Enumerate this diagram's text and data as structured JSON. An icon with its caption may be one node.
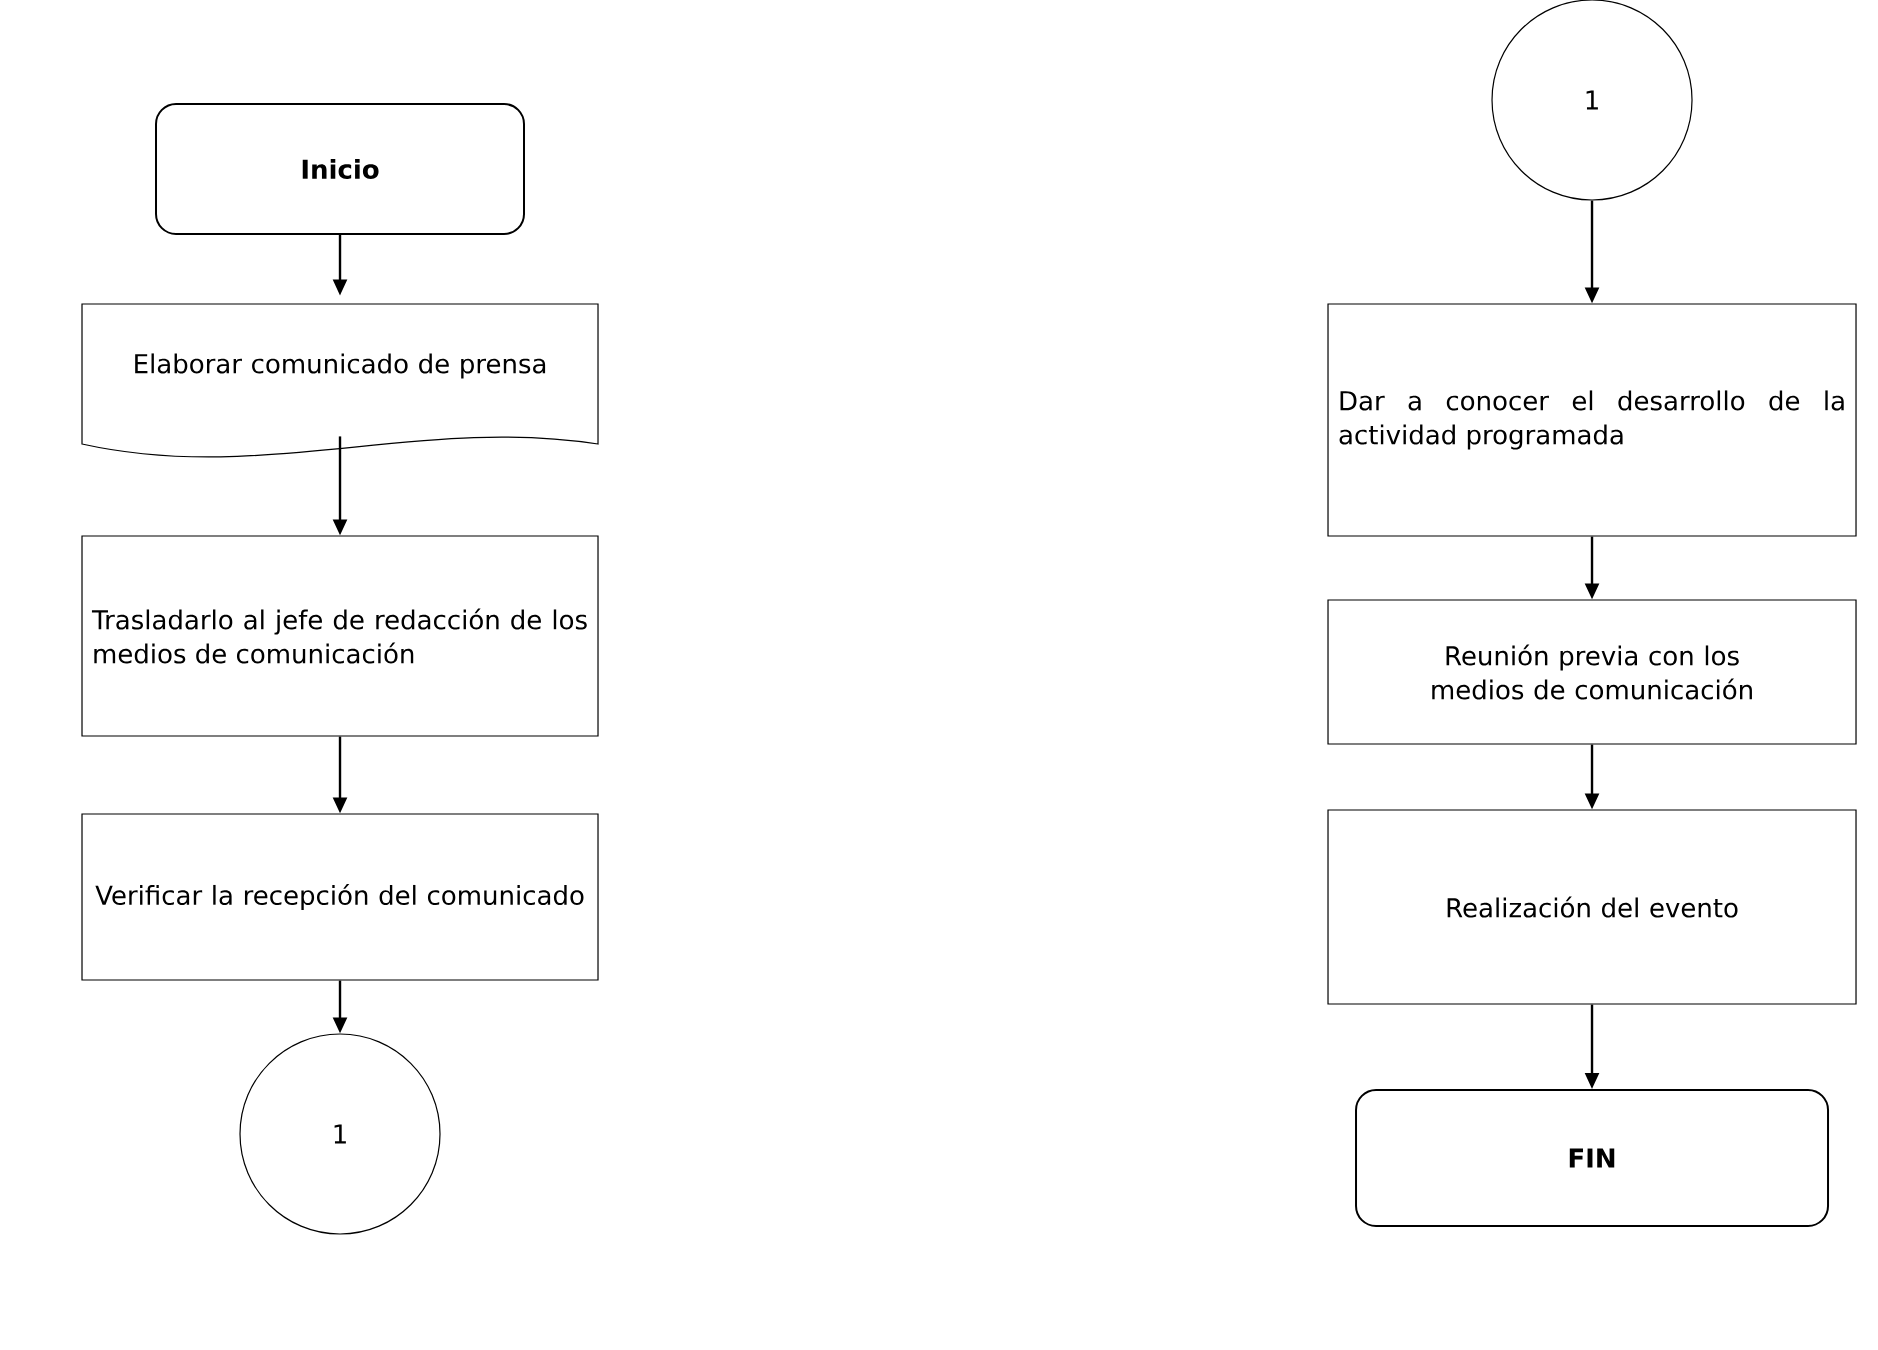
{
  "diagram": {
    "nodes": [
      {
        "text": [
          "**Inicio**"
        ]
      },
      {
        "text": [
          "Elaborar comunicado de prensa"
        ]
      },
      {
        "text": [
          "Trasladarlo al jefe de redacción de los medios de comunicación"
        ]
      },
      {
        "text": [
          "Verificar la recepción del comunicado"
        ]
      },
      {
        "text": [
          "1"
        ]
      },
      {
        "text": [
          "1"
        ]
      },
      {
        "text": [
          "Dar a conocer el desarrollo de la actividad programada"
        ]
      },
      {
        "text": [
          "Reunión previa con los medios de comunicación"
        ]
      },
      {
        "text": [
          "Realización del evento"
        ]
      },
      {
        "text": [
          "**FIN**"
        ]
      }
    ],
    "edges": [
      {
        "from": 0,
        "to": 1,
        "arrow": "to"
      },
      {
        "from": 1,
        "to": 2,
        "arrow": "to"
      },
      {
        "from": 2,
        "to": 3,
        "arrow": "to"
      },
      {
        "from": 3,
        "to": 4,
        "arrow": "to"
      },
      {
        "from": 5,
        "to": 6,
        "arrow": "to"
      },
      {
        "from": 6,
        "to": 7,
        "arrow": "to"
      },
      {
        "from": 7,
        "to": 8,
        "arrow": "to"
      },
      {
        "from": 8,
        "to": 9,
        "arrow": "to"
      }
    ]
  }
}
